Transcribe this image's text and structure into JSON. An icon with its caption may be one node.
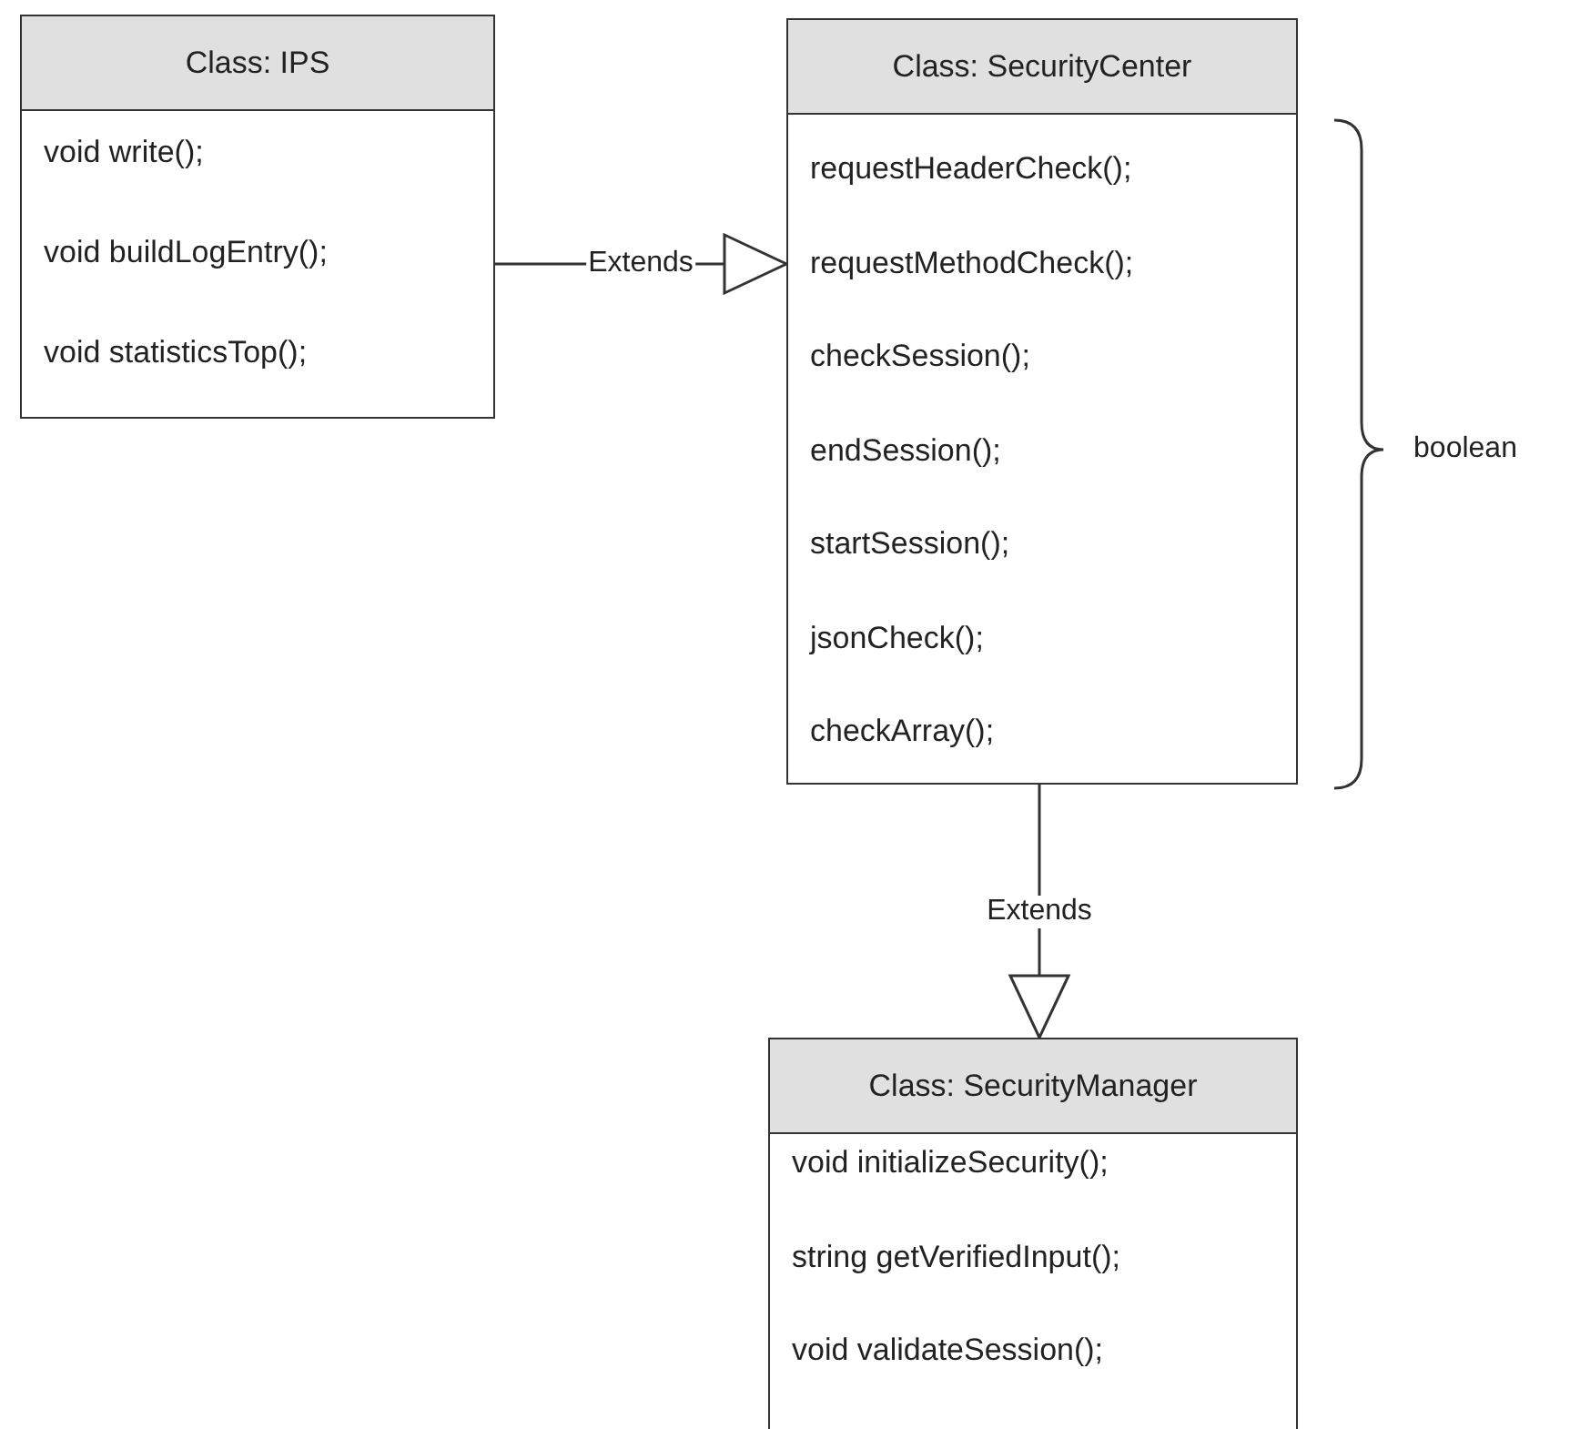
{
  "diagram": {
    "nodes": [
      {
        "text": [
          "Class: IPS",
          "void write();",
          "void buildLogEntry();",
          "void statisticsTop();"
        ]
      },
      {
        "text": [
          "Class: SecurityCenter",
          "requestHeaderCheck();",
          "requestMethodCheck();",
          "checkSession();",
          "endSession();",
          "startSession();",
          "jsonCheck();",
          "checkArray();"
        ]
      },
      {
        "text": [
          "Class: SecurityManager",
          "void initializeSecurity();",
          "string getVerifiedInput();",
          "void validateSession();"
        ]
      }
    ],
    "edges": [
      {
        "from": 0,
        "to": 1,
        "arrow": "to",
        "label": "Extends"
      },
      {
        "from": 1,
        "to": 2,
        "arrow": "to",
        "label": "Extends"
      }
    ],
    "labels": [
      "boolean"
    ]
  }
}
